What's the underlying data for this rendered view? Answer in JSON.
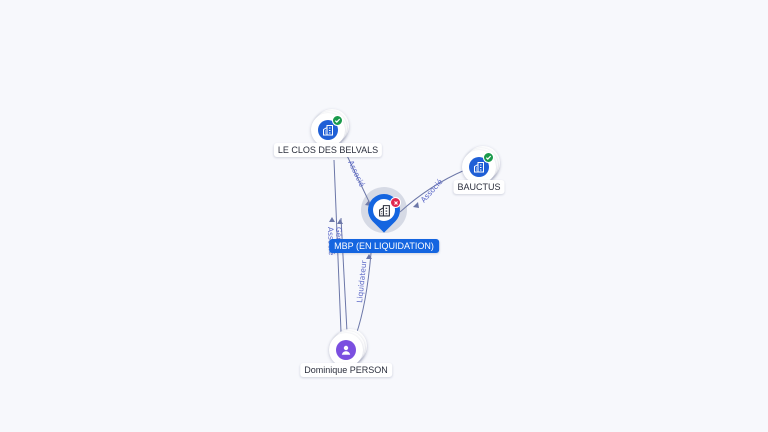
{
  "nodes": {
    "closdesbelvals": {
      "label": "LE CLOS DES BELVALS",
      "icon": "building-icon",
      "status": "active"
    },
    "bauctus": {
      "label": "BAUCTUS",
      "icon": "building-icon",
      "status": "active"
    },
    "mbp": {
      "label": "MBP (EN LIQUIDATION)",
      "icon": "building-icon",
      "status": "closed"
    },
    "person": {
      "label": "Dominique PERSON",
      "icon": "person-icon"
    }
  },
  "edges": {
    "closdesbelvals_mbp": "Associé",
    "bauctus_mbp": "Associé",
    "person_closdesbelvals_gerant": "Gérant",
    "person_closdesbelvals_associe": "Associé",
    "person_mbp": "Liquidateur"
  },
  "colors": {
    "company": "#1f5fd6",
    "person": "#7b4fe0",
    "active_badge": "#1a9a4b",
    "closed_badge": "#e0284f",
    "edge": "#6c77a8",
    "edge_label": "#5a67c7"
  }
}
